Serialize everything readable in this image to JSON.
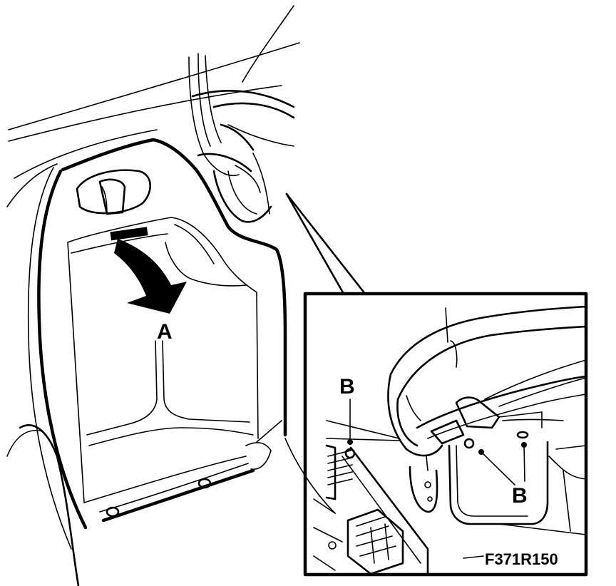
{
  "labels": {
    "a": "A",
    "b_left": "B",
    "b_right": "B"
  },
  "figure_code": "F371R150",
  "colors": {
    "ink": "#000000",
    "paper": "#ffffff"
  }
}
